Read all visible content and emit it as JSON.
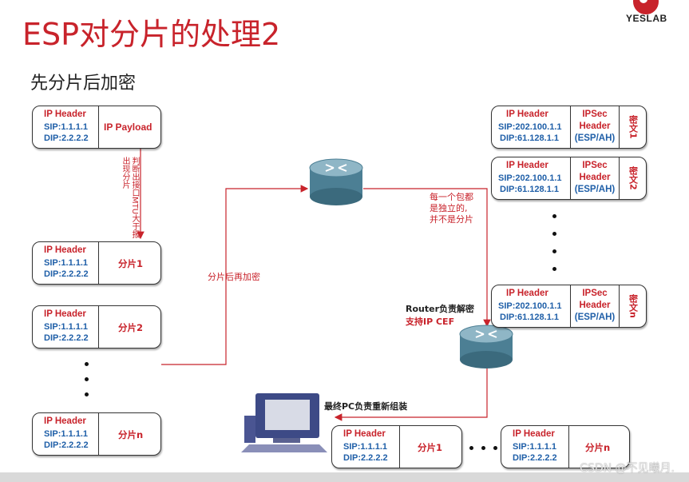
{
  "title": "ESP对分片的处理2",
  "subtitle": "先分片后加密",
  "logo": "YESLAB",
  "watermark": "CSDN @不见曦月.",
  "labels": {
    "ip_header": "IP Header",
    "ip_payload": "IP Payload",
    "ipsec_header_1": "IPSec",
    "ipsec_header_2": "Header",
    "ipsec_header_3": "(ESP/AH)"
  },
  "left_packets": {
    "sip": "SIP:1.1.1.1",
    "dip": "DIP:2.2.2.2",
    "frag1": "分片1",
    "frag2": "分片2",
    "fragn": "分片n"
  },
  "right_packets": {
    "sip": "SIP:202.100.1.1",
    "dip": "DIP:61.128.1.1",
    "cipher1": "密文1",
    "cipher2": "密文2",
    "ciphern": "密文n"
  },
  "bottom_packets": {
    "sip": "SIP:1.1.1.1",
    "dip": "DIP:2.2.2.2",
    "frag1": "分片1",
    "fragn": "分片n"
  },
  "notes": {
    "judge": "判断出接口MTU大于报出现分片",
    "frag_then_encrypt": "分片后再加密",
    "independent_1": "每一个包都",
    "independent_2": "是独立的,",
    "independent_3": "并不是分片",
    "router_1": "Router负责解密",
    "router_2": "支持IP CEF",
    "pc": "最终PC负责重新组装"
  },
  "colors": {
    "accent": "#c8232b",
    "blue": "#1f5fa8"
  }
}
